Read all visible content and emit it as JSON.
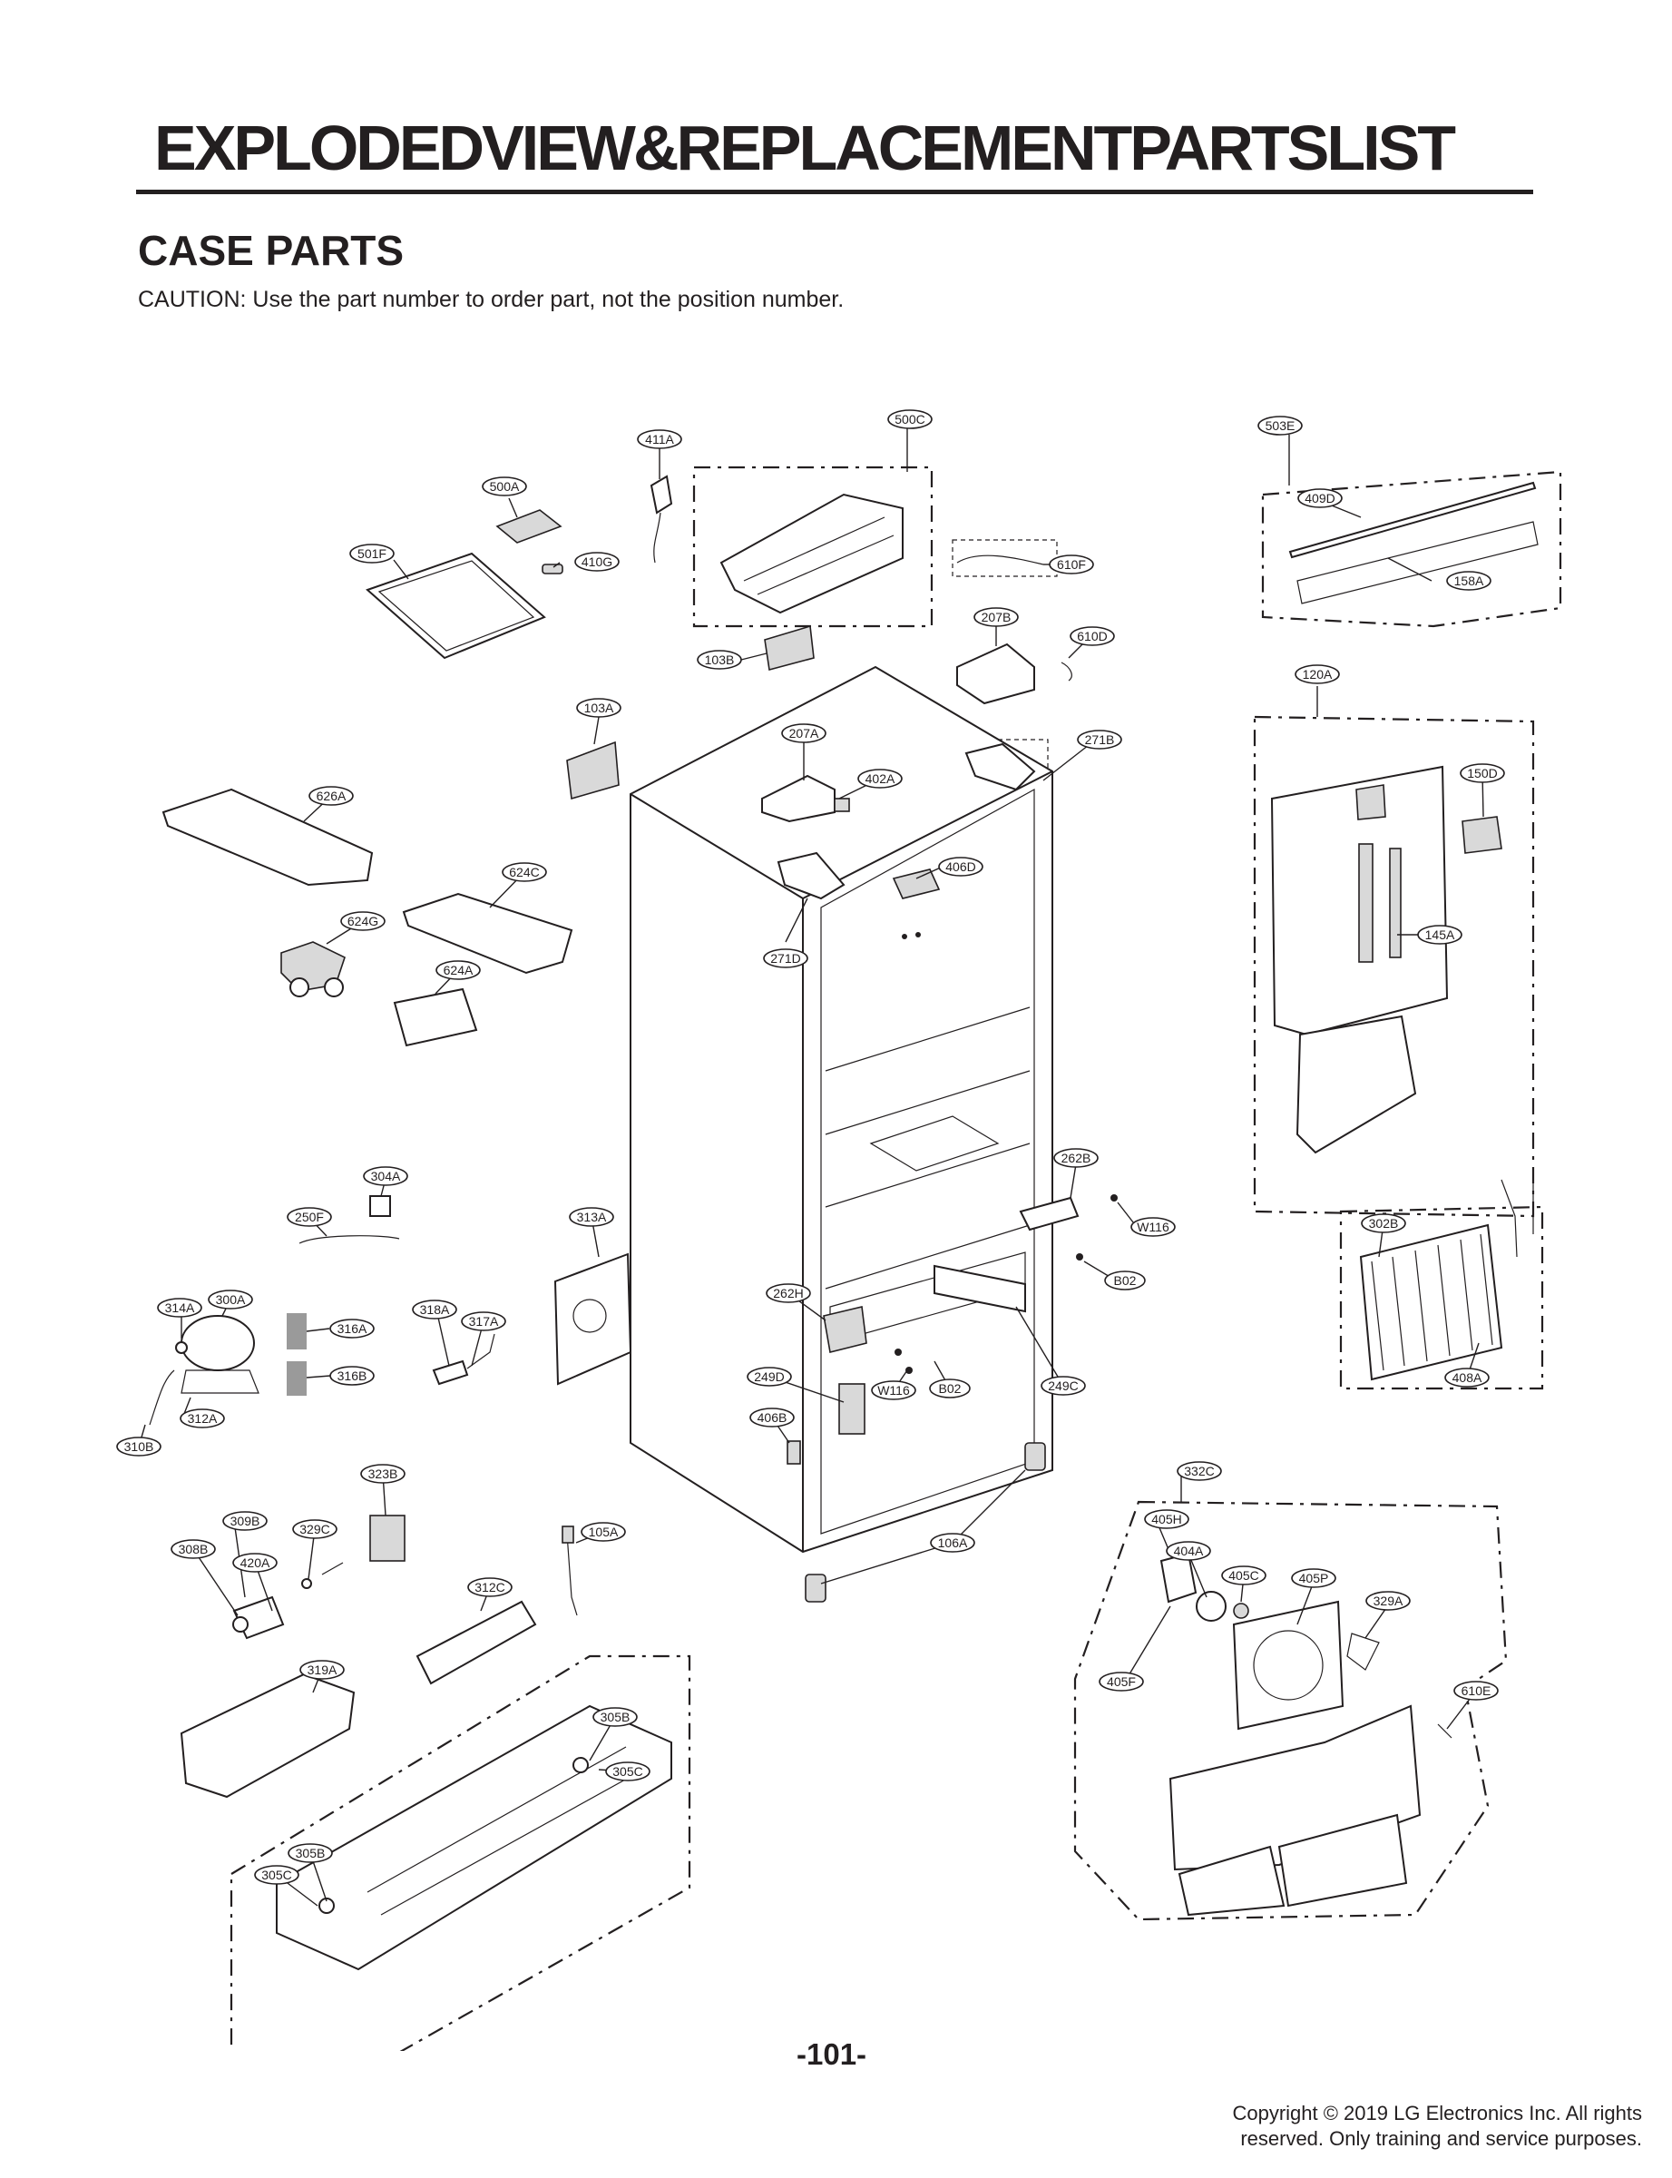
{
  "header": {
    "title": "EXPLODEDVIEW&REPLACEMENTPARTSLIST",
    "section": "CASE PARTS",
    "caution": "CAUTION: Use the part number to order part, not the position number."
  },
  "callouts": [
    {
      "id": "500C",
      "label": "500C"
    },
    {
      "id": "411A",
      "label": "411A"
    },
    {
      "id": "503E",
      "label": "503E"
    },
    {
      "id": "500A",
      "label": "500A"
    },
    {
      "id": "409D",
      "label": "409D"
    },
    {
      "id": "501F",
      "label": "501F"
    },
    {
      "id": "410G",
      "label": "410G"
    },
    {
      "id": "610F",
      "label": "610F"
    },
    {
      "id": "158A",
      "label": "158A"
    },
    {
      "id": "207B",
      "label": "207B"
    },
    {
      "id": "610D",
      "label": "610D"
    },
    {
      "id": "103B",
      "label": "103B"
    },
    {
      "id": "120A",
      "label": "120A"
    },
    {
      "id": "103A",
      "label": "103A"
    },
    {
      "id": "207A",
      "label": "207A"
    },
    {
      "id": "271B",
      "label": "271B"
    },
    {
      "id": "402A",
      "label": "402A"
    },
    {
      "id": "150D",
      "label": "150D"
    },
    {
      "id": "626A",
      "label": "626A"
    },
    {
      "id": "406D",
      "label": "406D"
    },
    {
      "id": "624C",
      "label": "624C"
    },
    {
      "id": "624G",
      "label": "624G"
    },
    {
      "id": "271D",
      "label": "271D"
    },
    {
      "id": "145A",
      "label": "145A"
    },
    {
      "id": "624A",
      "label": "624A"
    },
    {
      "id": "262B",
      "label": "262B"
    },
    {
      "id": "304A",
      "label": "304A"
    },
    {
      "id": "250F",
      "label": "250F"
    },
    {
      "id": "313A",
      "label": "313A"
    },
    {
      "id": "W116a",
      "label": "W116"
    },
    {
      "id": "302B",
      "label": "302B"
    },
    {
      "id": "B02a",
      "label": "B02"
    },
    {
      "id": "300A",
      "label": "300A"
    },
    {
      "id": "314A",
      "label": "314A"
    },
    {
      "id": "262H",
      "label": "262H"
    },
    {
      "id": "318A",
      "label": "318A"
    },
    {
      "id": "316A",
      "label": "316A"
    },
    {
      "id": "317A",
      "label": "317A"
    },
    {
      "id": "316B",
      "label": "316B"
    },
    {
      "id": "249D",
      "label": "249D"
    },
    {
      "id": "W116b",
      "label": "W116"
    },
    {
      "id": "B02b",
      "label": "B02"
    },
    {
      "id": "249C",
      "label": "249C"
    },
    {
      "id": "408A",
      "label": "408A"
    },
    {
      "id": "312A",
      "label": "312A"
    },
    {
      "id": "406B",
      "label": "406B"
    },
    {
      "id": "310B",
      "label": "310B"
    },
    {
      "id": "323B",
      "label": "323B"
    },
    {
      "id": "332C",
      "label": "332C"
    },
    {
      "id": "309B",
      "label": "309B"
    },
    {
      "id": "329C",
      "label": "329C"
    },
    {
      "id": "105A",
      "label": "105A"
    },
    {
      "id": "405H",
      "label": "405H"
    },
    {
      "id": "308B",
      "label": "308B"
    },
    {
      "id": "420A",
      "label": "420A"
    },
    {
      "id": "106A",
      "label": "106A"
    },
    {
      "id": "404A",
      "label": "404A"
    },
    {
      "id": "405C",
      "label": "405C"
    },
    {
      "id": "405P",
      "label": "405P"
    },
    {
      "id": "312C",
      "label": "312C"
    },
    {
      "id": "329A",
      "label": "329A"
    },
    {
      "id": "319A",
      "label": "319A"
    },
    {
      "id": "405F",
      "label": "405F"
    },
    {
      "id": "610E",
      "label": "610E"
    },
    {
      "id": "305Ba",
      "label": "305B"
    },
    {
      "id": "305Ca",
      "label": "305C"
    },
    {
      "id": "305Bb",
      "label": "305B"
    },
    {
      "id": "305Cb",
      "label": "305C"
    }
  ],
  "footer": {
    "page_number": "-101-",
    "copyright_line1": "Copyright © 2019 LG Electronics Inc. All rights",
    "copyright_line2": "reserved. Only training and service purposes."
  }
}
